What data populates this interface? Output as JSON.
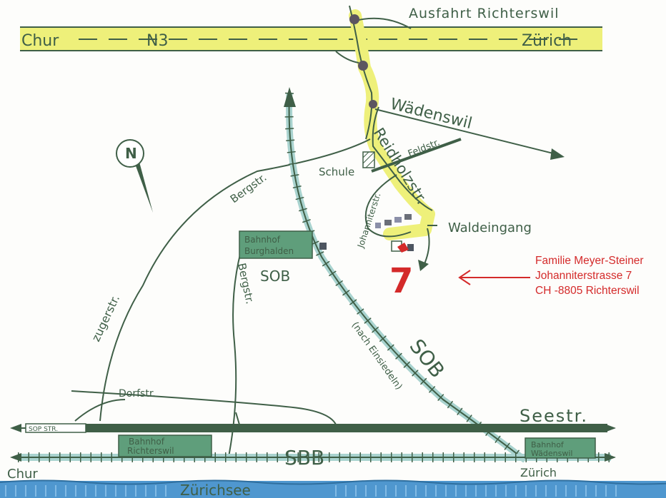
{
  "map": {
    "labels": {
      "ausfahrt": "Ausfahrt Richterswil",
      "chur_top": "Chur",
      "n3": "N3",
      "zurich_top": "Zürich",
      "waedenswil": "Wädenswil",
      "reidholzstr": "Reidholzstr.",
      "feldstr": "Feldstr.",
      "schule": "Schule",
      "johanniterstr": "Johanniterstr.",
      "waldeingang": "Waldeingang",
      "bergstr_top": "Bergstr.",
      "bergstr_lower": "Bergstr.",
      "zugerstr": "zugerstr.",
      "bahnhof_burghalden_1": "Bahnhof",
      "bahnhof_burghalden_2": "Burghalden",
      "sob_station": "SOB",
      "sob_line": "SOB",
      "nach_einsiedeln": "(nach Einsiedeln)",
      "dorfstr": "Dorfstr.",
      "seestr": "Seestr.",
      "sop_str": "SOP STR.",
      "bahnhof_richterswil_1": "Bahnhof",
      "bahnhof_richterswil_2": "Richterswil",
      "sbb": "SBB",
      "bahnhof_waedenswil_1": "Bahnhof",
      "bahnhof_waedenswil_2": "Wädenswil",
      "chur_bottom": "Chur",
      "zurich_bottom": "Zürich",
      "zurichsee": "Zürichsee",
      "house_number": "7",
      "compass_letter": "N"
    },
    "address": {
      "line1": "Familie Meyer-Steiner",
      "line2": "Johanniterstrasse 7",
      "line3": "CH -8805 Richterswil"
    },
    "colors": {
      "ink": "#3f5f47",
      "highlight": "#eef07a",
      "station_fill": "#5f9e7b",
      "sob_track": "#a9d3cf",
      "lake": "#4f97cf",
      "accent": "#d42a2a"
    }
  }
}
